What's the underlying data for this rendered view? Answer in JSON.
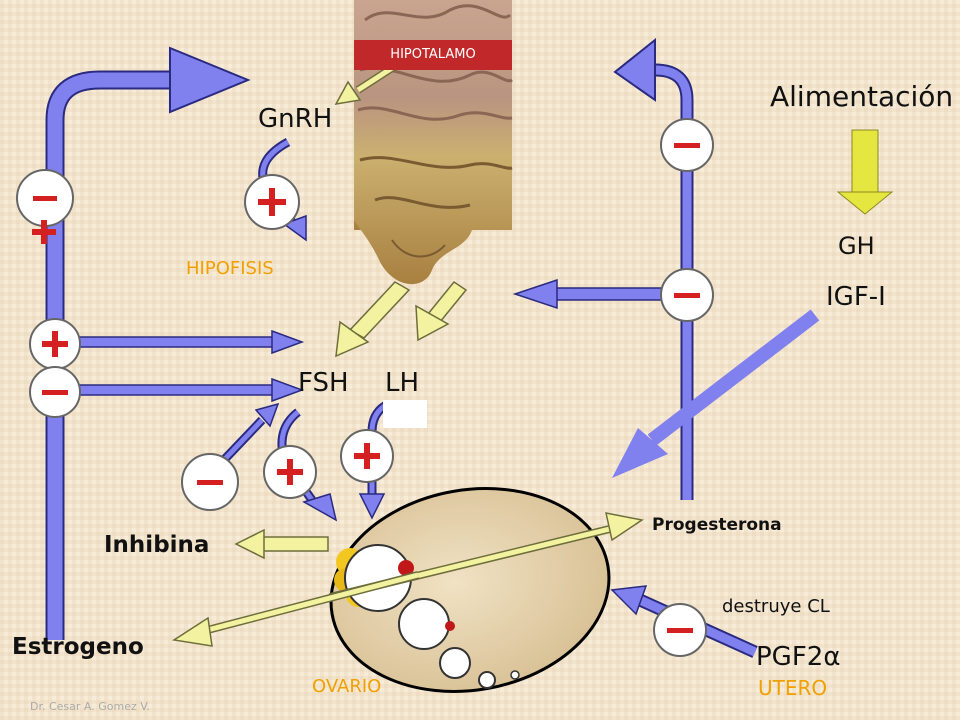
{
  "labels": {
    "hipotalamo": "HIPOTALAMO",
    "gnrh": "GnRH",
    "hipofisis": "HIPOFISIS",
    "alimentacion": "Alimentación",
    "gh": "GH",
    "igf": "IGF-I",
    "fsh": "FSH",
    "lh": "LH",
    "inhibina": "Inhibina",
    "progesterona": "Progesterona",
    "destruye_cl": "destruye CL",
    "estrogeno": "Estrogeno",
    "pgf2a": "PGF2α",
    "ovario": "OVARIO",
    "utero": "UTERO",
    "author": "Dr. Cesar A. Gomez V."
  },
  "colors": {
    "arrow_blue": "#8080ee",
    "arrow_blue_edge": "#2a2a80",
    "arrow_yellow": "#f2f2a0",
    "arrow_yellow_edge": "#6e6e3c",
    "sign_red": "#d42020",
    "hypothalamus_red": "#c0282a",
    "orange_label": "#f0a000",
    "ovary_fill": "#e9d6b2",
    "food_arrow": "#e6e640"
  },
  "signs": {
    "plus": "+",
    "minus": "−"
  }
}
